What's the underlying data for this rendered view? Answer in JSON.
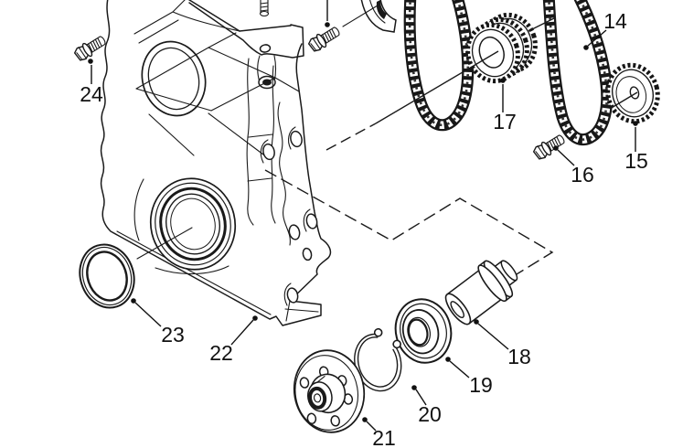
{
  "figure": {
    "background": "#ffffff",
    "line_color": "#1a1a1a"
  },
  "callouts": [
    {
      "id": "c14",
      "label": "14"
    },
    {
      "id": "c15",
      "label": "15"
    },
    {
      "id": "c16",
      "label": "16"
    },
    {
      "id": "c17",
      "label": "17"
    },
    {
      "id": "c18",
      "label": "18"
    },
    {
      "id": "c19",
      "label": "19"
    },
    {
      "id": "c20",
      "label": "20"
    },
    {
      "id": "c21",
      "label": "21"
    },
    {
      "id": "c22",
      "label": "22"
    },
    {
      "id": "c23",
      "label": "23"
    },
    {
      "id": "c24",
      "label": "24"
    }
  ]
}
